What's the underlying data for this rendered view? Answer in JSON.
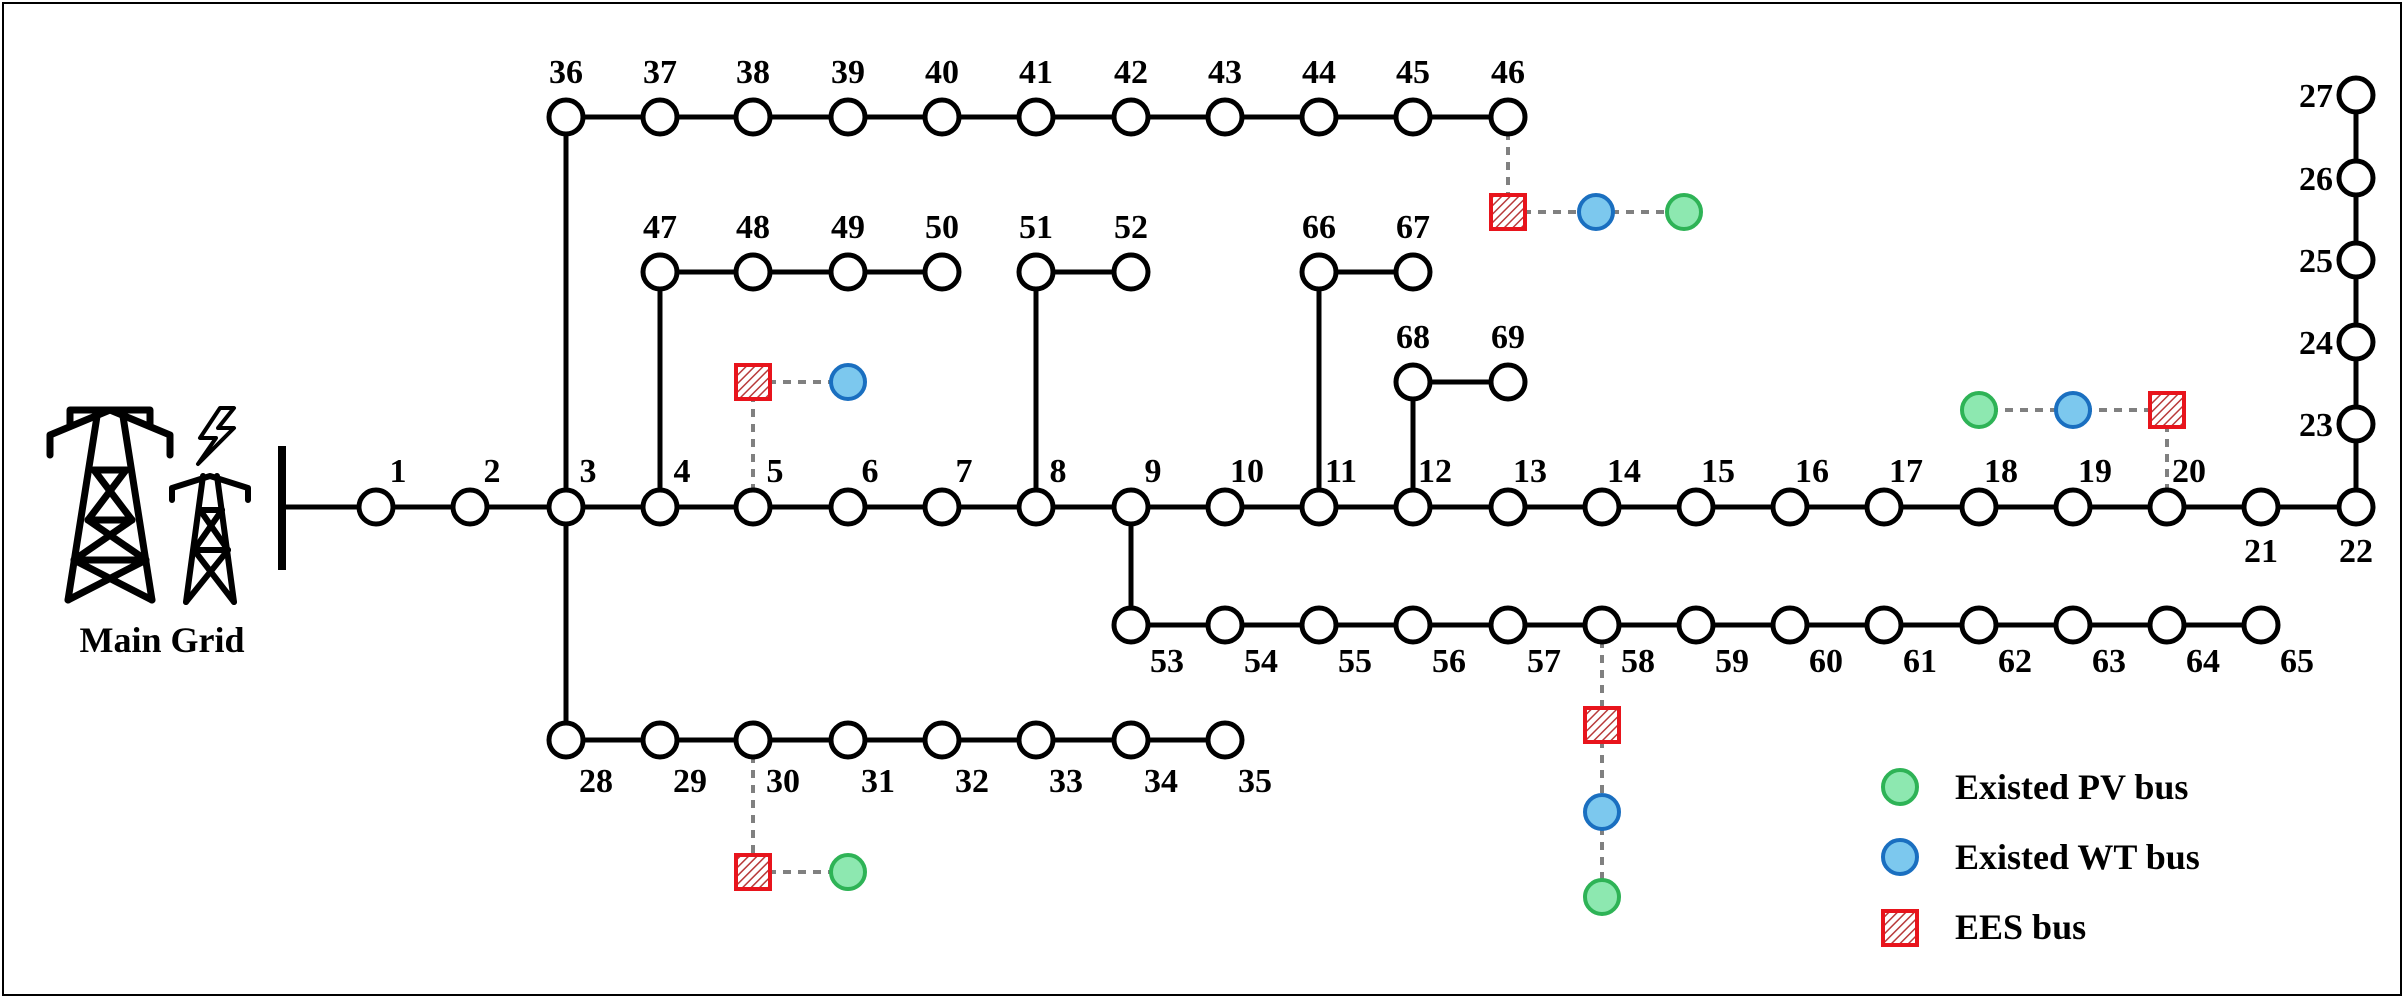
{
  "grid": {
    "label": "Main Grid"
  },
  "buses": [
    "1",
    "2",
    "3",
    "4",
    "5",
    "6",
    "7",
    "8",
    "9",
    "10",
    "11",
    "12",
    "13",
    "14",
    "15",
    "16",
    "17",
    "18",
    "19",
    "20",
    "21",
    "22",
    "23",
    "24",
    "25",
    "26",
    "27",
    "28",
    "29",
    "30",
    "31",
    "32",
    "33",
    "34",
    "35",
    "36",
    "37",
    "38",
    "39",
    "40",
    "41",
    "42",
    "43",
    "44",
    "45",
    "46",
    "47",
    "48",
    "49",
    "50",
    "51",
    "52",
    "53",
    "54",
    "55",
    "56",
    "57",
    "58",
    "59",
    "60",
    "61",
    "62",
    "63",
    "64",
    "65",
    "66",
    "67",
    "68",
    "69"
  ],
  "branches": [
    [
      "1",
      "2"
    ],
    [
      "2",
      "3"
    ],
    [
      "3",
      "4"
    ],
    [
      "4",
      "5"
    ],
    [
      "5",
      "6"
    ],
    [
      "6",
      "7"
    ],
    [
      "7",
      "8"
    ],
    [
      "8",
      "9"
    ],
    [
      "9",
      "10"
    ],
    [
      "10",
      "11"
    ],
    [
      "11",
      "12"
    ],
    [
      "12",
      "13"
    ],
    [
      "13",
      "14"
    ],
    [
      "14",
      "15"
    ],
    [
      "15",
      "16"
    ],
    [
      "16",
      "17"
    ],
    [
      "17",
      "18"
    ],
    [
      "18",
      "19"
    ],
    [
      "19",
      "20"
    ],
    [
      "20",
      "21"
    ],
    [
      "21",
      "22"
    ],
    [
      "22",
      "23"
    ],
    [
      "23",
      "24"
    ],
    [
      "24",
      "25"
    ],
    [
      "25",
      "26"
    ],
    [
      "26",
      "27"
    ],
    [
      "3",
      "28"
    ],
    [
      "28",
      "29"
    ],
    [
      "29",
      "30"
    ],
    [
      "30",
      "31"
    ],
    [
      "31",
      "32"
    ],
    [
      "32",
      "33"
    ],
    [
      "33",
      "34"
    ],
    [
      "34",
      "35"
    ],
    [
      "3",
      "36"
    ],
    [
      "36",
      "37"
    ],
    [
      "37",
      "38"
    ],
    [
      "38",
      "39"
    ],
    [
      "39",
      "40"
    ],
    [
      "40",
      "41"
    ],
    [
      "41",
      "42"
    ],
    [
      "42",
      "43"
    ],
    [
      "43",
      "44"
    ],
    [
      "44",
      "45"
    ],
    [
      "45",
      "46"
    ],
    [
      "4",
      "47"
    ],
    [
      "47",
      "48"
    ],
    [
      "48",
      "49"
    ],
    [
      "49",
      "50"
    ],
    [
      "8",
      "51"
    ],
    [
      "51",
      "52"
    ],
    [
      "9",
      "53"
    ],
    [
      "53",
      "54"
    ],
    [
      "54",
      "55"
    ],
    [
      "55",
      "56"
    ],
    [
      "56",
      "57"
    ],
    [
      "57",
      "58"
    ],
    [
      "58",
      "59"
    ],
    [
      "59",
      "60"
    ],
    [
      "60",
      "61"
    ],
    [
      "61",
      "62"
    ],
    [
      "62",
      "63"
    ],
    [
      "63",
      "64"
    ],
    [
      "64",
      "65"
    ],
    [
      "11",
      "66"
    ],
    [
      "66",
      "67"
    ],
    [
      "12",
      "68"
    ],
    [
      "68",
      "69"
    ]
  ],
  "resources": [
    {
      "bus": "46",
      "ees": true,
      "wt": true,
      "pv": true
    },
    {
      "bus": "5",
      "ees": true,
      "wt": true,
      "pv": false
    },
    {
      "bus": "20",
      "ees": true,
      "wt": true,
      "pv": true
    },
    {
      "bus": "30",
      "ees": true,
      "wt": false,
      "pv": true
    },
    {
      "bus": "58",
      "ees": true,
      "wt": true,
      "pv": true
    }
  ],
  "legend": [
    {
      "kind": "pv",
      "label": "Existed PV bus"
    },
    {
      "kind": "wt",
      "label": "Existed WT bus"
    },
    {
      "kind": "ees",
      "label": "EES bus"
    }
  ],
  "colors": {
    "line": "#000000",
    "bus_fill": "#ffffff",
    "pv_fill": "#8de8b0",
    "pv_stroke": "#2eb356",
    "wt_fill": "#7cc8ee",
    "wt_stroke": "#1a6fc0",
    "ees_stroke": "#e8141c",
    "ees_hatch": "#b83a3a",
    "dashed": "#808080"
  }
}
